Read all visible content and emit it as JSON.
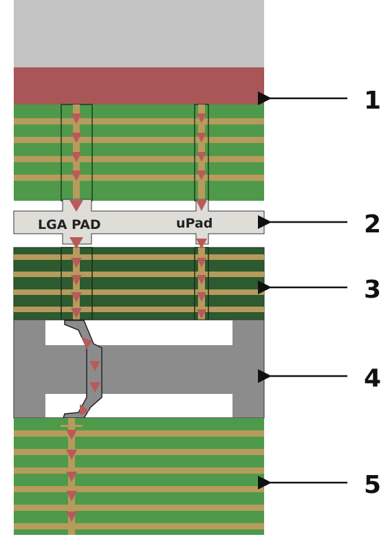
{
  "pad_labels": {
    "lga_pad": "LGA PAD",
    "upad": "uPad"
  },
  "callouts": [
    "1",
    "2",
    "3",
    "4",
    "5"
  ],
  "colors": {
    "top_block": "#c4c4c4",
    "heat_spreader": "#a85656",
    "green_layer": "#4e9a4a",
    "dark_green_layer": "#2e5a30",
    "copper_trace": "#b79b5c",
    "pad_fill": "#deddd7",
    "interposer": "#8c8c8c",
    "flow_arrow": "#b85a5a",
    "pointer": "#111111"
  }
}
